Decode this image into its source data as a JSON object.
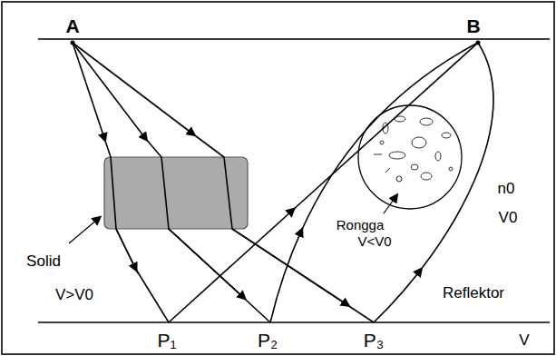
{
  "diagram": {
    "labels": [
      "A",
      "B",
      "n0",
      "V0",
      "Solid",
      "Rongga",
      "V<V0",
      "V>V0",
      "Reflektor",
      "P₁",
      "P₂",
      "P₃",
      "V"
    ]
  }
}
